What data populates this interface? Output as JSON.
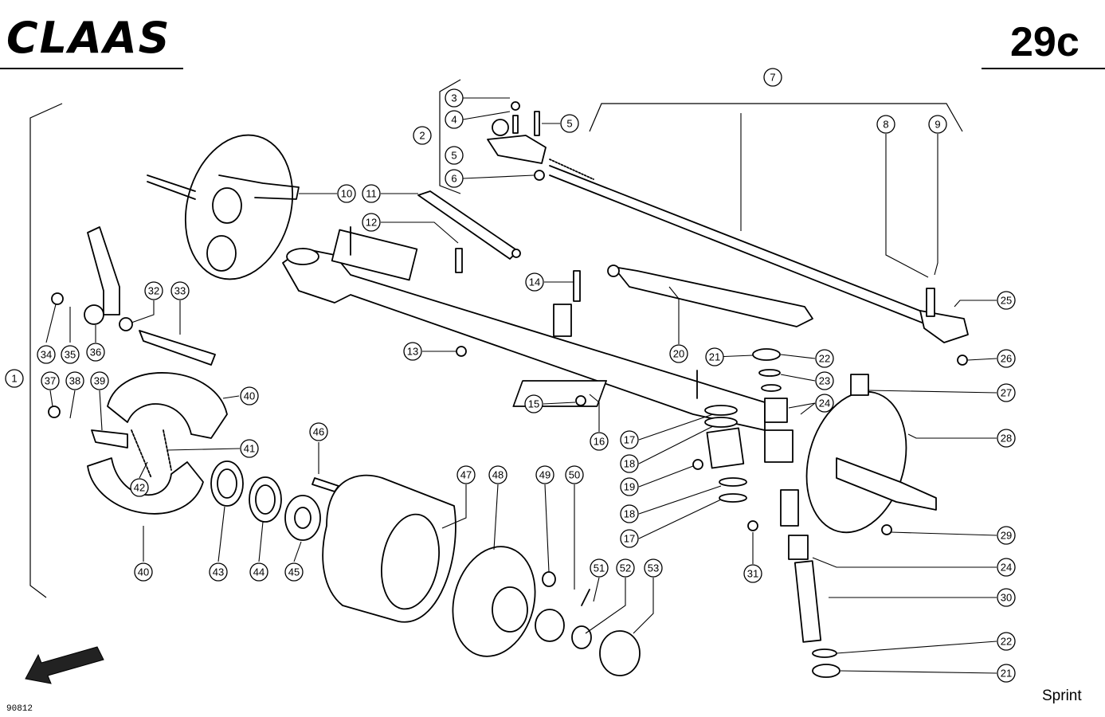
{
  "header": {
    "brand": "CLAAS",
    "page_number": "29c"
  },
  "footer": {
    "model": "Sprint",
    "drawing_number": "90812"
  },
  "callouts": [
    "1",
    "2",
    "3",
    "4",
    "5",
    "5",
    "6",
    "7",
    "8",
    "9",
    "10",
    "11",
    "12",
    "13",
    "14",
    "15",
    "16",
    "17",
    "17",
    "18",
    "18",
    "19",
    "20",
    "21",
    "21",
    "22",
    "22",
    "23",
    "24",
    "24",
    "25",
    "26",
    "27",
    "28",
    "29",
    "30",
    "31",
    "32",
    "33",
    "34",
    "35",
    "36",
    "37",
    "38",
    "39",
    "40",
    "40",
    "41",
    "42",
    "43",
    "44",
    "45",
    "46",
    "47",
    "48",
    "49",
    "50",
    "51",
    "52",
    "53"
  ]
}
